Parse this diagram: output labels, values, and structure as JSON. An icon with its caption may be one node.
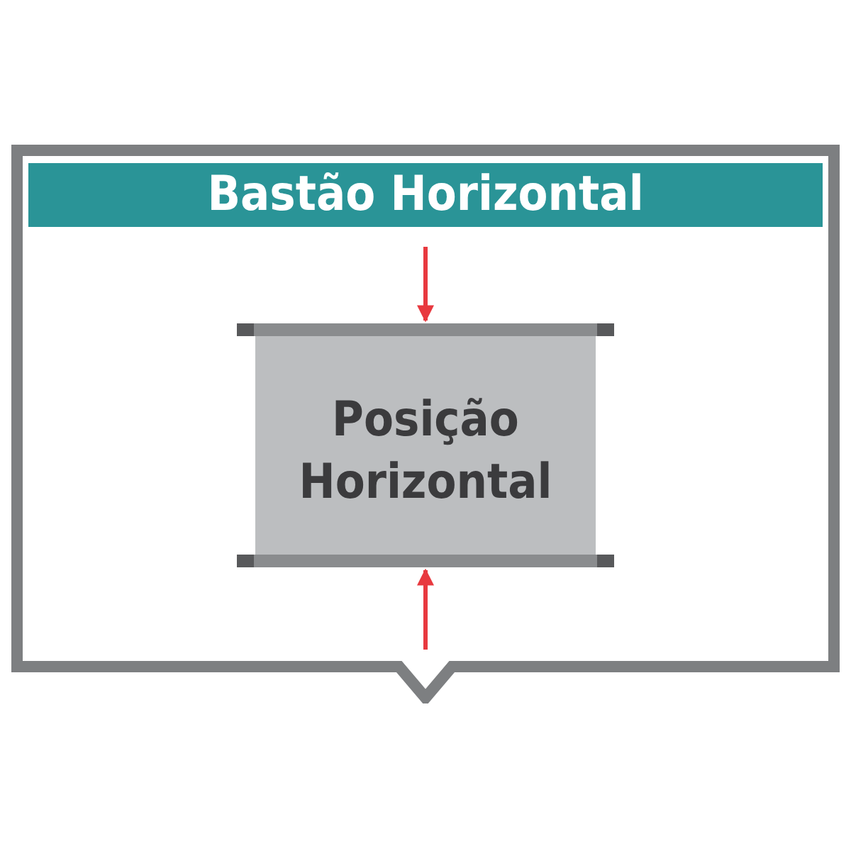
{
  "diagram": {
    "nodes": [
      {
        "text": [
          "Bastão Horizontal"
        ]
      },
      {
        "text": [
          "Posição Horizontal"
        ],
        "in": 0
      }
    ],
    "edges": [
      {
        "from": null,
        "to": 1,
        "arrow": "to",
        "color": "#e8393f"
      },
      {
        "from": null,
        "to": 1,
        "arrow": "to",
        "color": "#e8393f"
      }
    ]
  }
}
